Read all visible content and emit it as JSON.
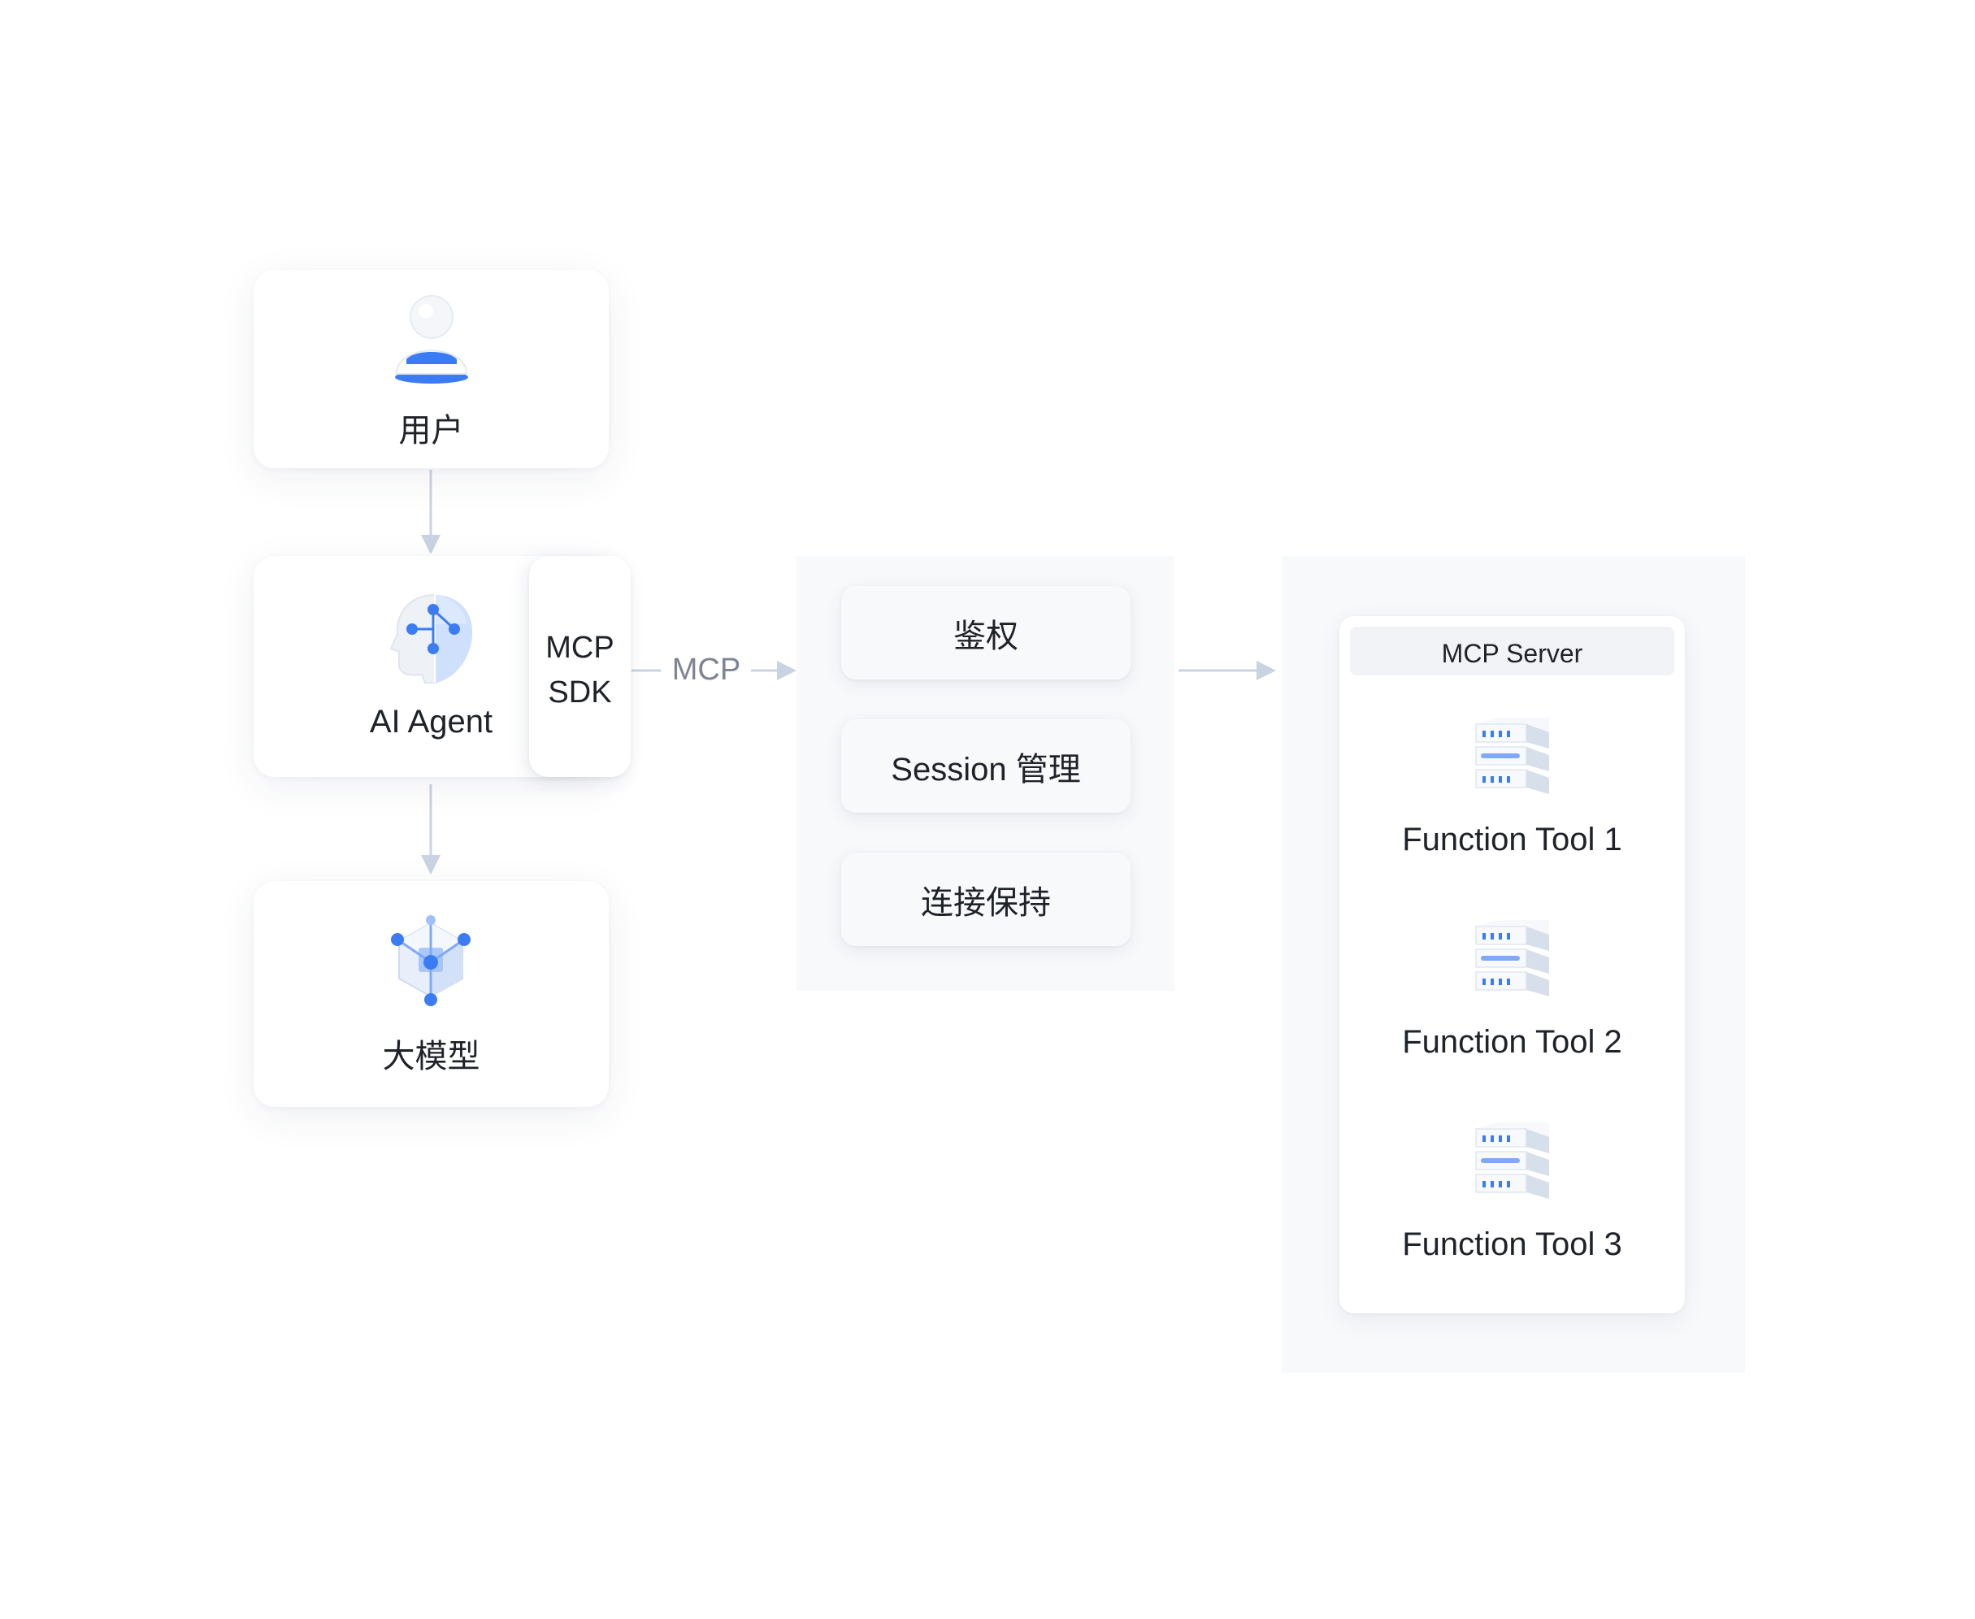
{
  "nodes": {
    "user": {
      "label": "用户",
      "icon": "user-avatar-icon"
    },
    "agent": {
      "label": "AI Agent",
      "icon": "ai-head-icon"
    },
    "sdk": {
      "line1": "MCP",
      "line2": "SDK"
    },
    "model": {
      "label": "大模型",
      "icon": "cube-network-icon"
    }
  },
  "edges": {
    "sdk_to_gateway": "MCP"
  },
  "gateway": {
    "items": [
      {
        "label": "鉴权"
      },
      {
        "label": "Session 管理"
      },
      {
        "label": "连接保持"
      }
    ]
  },
  "server": {
    "title": "MCP Server",
    "tools": [
      {
        "label": "Function Tool 1",
        "icon": "server-stack-icon"
      },
      {
        "label": "Function Tool 2",
        "icon": "server-stack-icon"
      },
      {
        "label": "Function Tool 3",
        "icon": "server-stack-icon"
      }
    ]
  },
  "colors": {
    "accent": "#3b7cf5",
    "arrow": "#c9d3e1",
    "panel": "#f8f9fb",
    "text": "#1f2329",
    "muted": "#7e8592"
  }
}
